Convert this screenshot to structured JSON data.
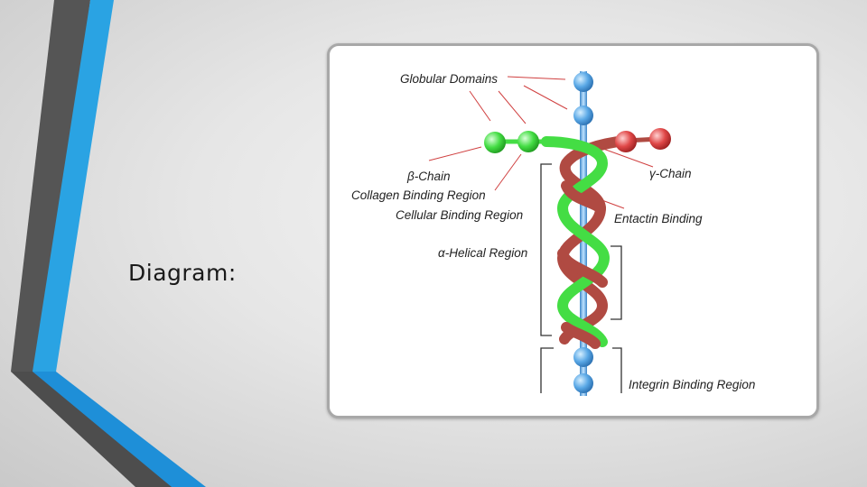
{
  "slide": {
    "title": "Diagram:"
  },
  "figure": {
    "labels": {
      "globular_domains": "Globular Domains",
      "gamma_chain": "γ-Chain",
      "beta_chain": "β-Chain",
      "collagen_binding": "Collagen Binding Region",
      "cellular_binding": "Cellular Binding Region",
      "entactin_binding": "Entactin Binding",
      "alpha_helical": "α-Helical Region",
      "integrin_binding": "Integrin Binding Region"
    },
    "colors": {
      "alpha_chain": "#5aa8e6",
      "beta_chain": "#44dd44",
      "gamma_chain": "#b04a42",
      "annotation_line": "#d04040",
      "accent_blue": "#1e8fd8",
      "accent_dark": "#555555"
    }
  }
}
